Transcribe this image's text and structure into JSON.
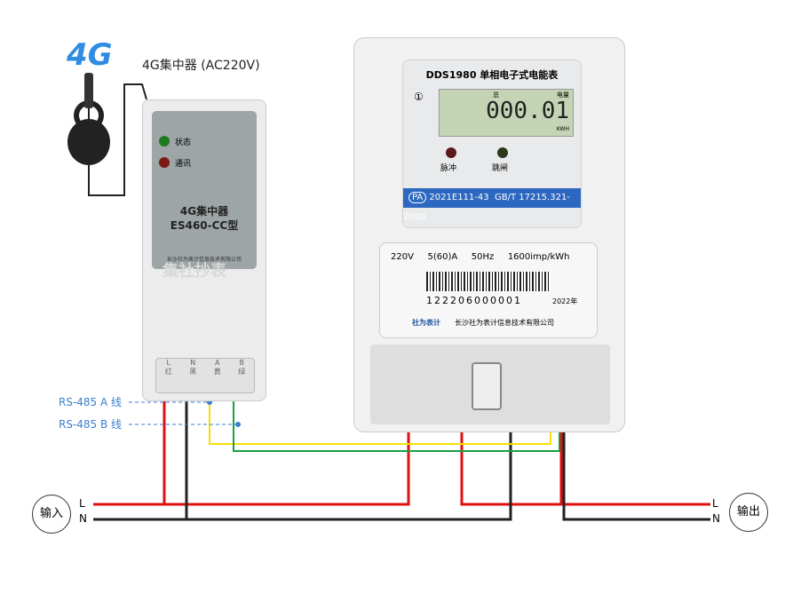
{
  "concentrator": {
    "title": "4G集中器",
    "subtitle": "(AC220V)",
    "logo": "4G",
    "status_led": "状态",
    "comm_led": "通讯",
    "model_line1": "4G集中器",
    "model_line2": "ES460-CC型",
    "company": "长沙社为表计信息技术有限公司",
    "terminals": [
      "L",
      "N",
      "A",
      "B"
    ],
    "terminal_colors": [
      "红",
      "黑",
      "黄",
      "绿"
    ]
  },
  "meter": {
    "title": "DDS1980 单相电子式电能表",
    "reading": "000.01",
    "unit": "KWH",
    "lcd_label": "电量",
    "lcd_total": "总",
    "pulse": "脉冲",
    "trip": "跳闸",
    "cert": "2021E111-43",
    "standard": "GB/T 17215.321-2008",
    "pa": "PA",
    "specs": [
      "220V",
      "5(60)A",
      "50Hz",
      "1600imp/kWh"
    ],
    "serial": "122206000001",
    "year": "2022年",
    "brand": "社为表计",
    "company": "长沙社为表计信息技术有限公司",
    "watermark": "集社抄表"
  },
  "wiring": {
    "rs485_a": "RS-485  A 线",
    "rs485_b": "RS-485  B 线",
    "input": "输入",
    "output": "输出",
    "L": "L",
    "N": "N"
  },
  "colors": {
    "L": "#e01010",
    "N": "#222222",
    "A": "#f5e000",
    "B": "#1aa040",
    "label_blue": "#3a7fd0"
  }
}
